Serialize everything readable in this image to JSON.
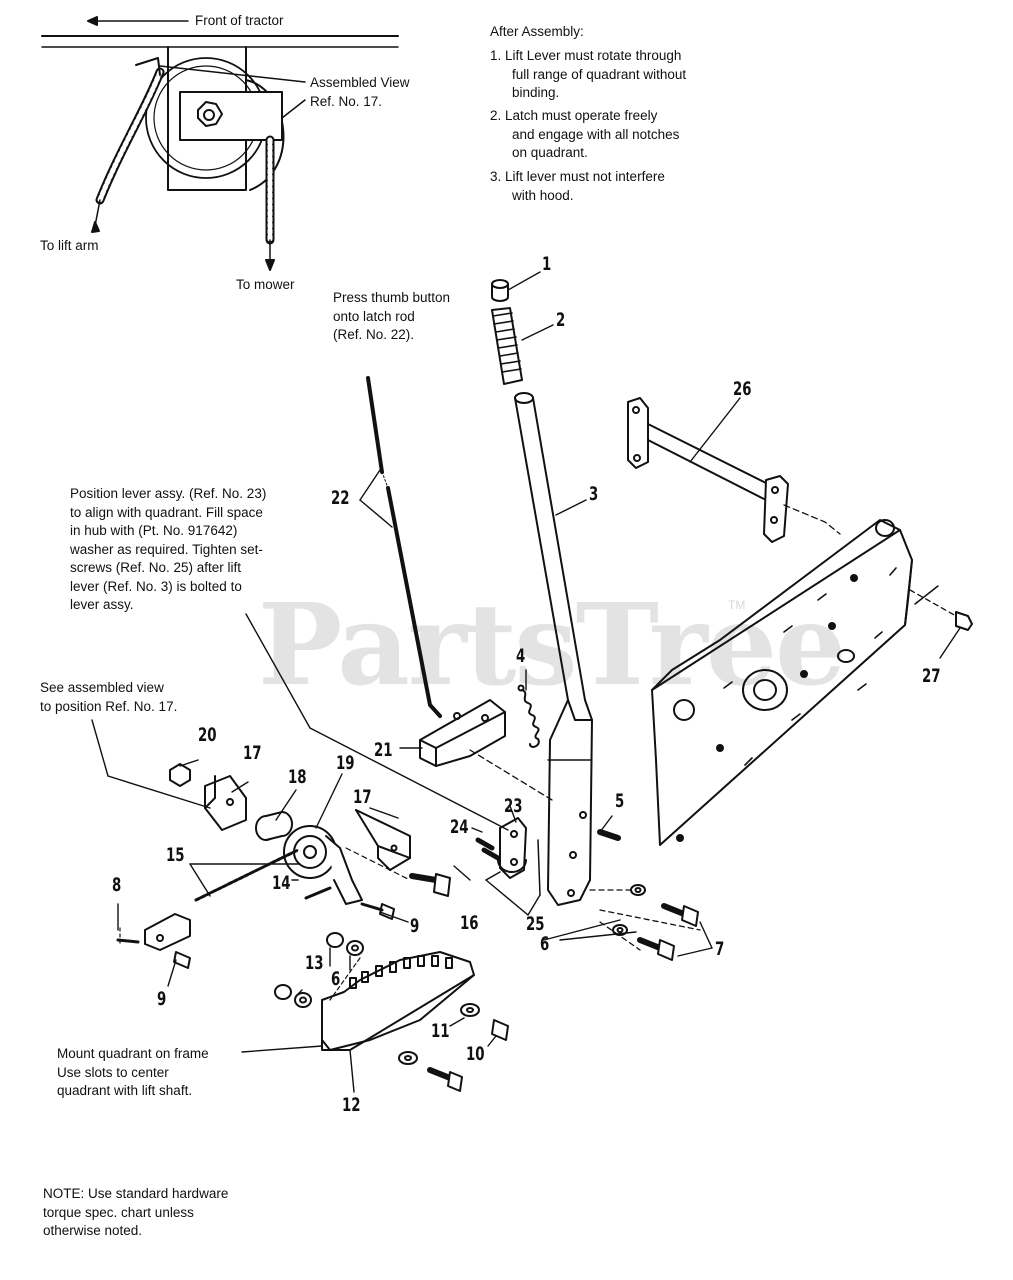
{
  "watermark": {
    "text": "PartsTree",
    "tm": "TM"
  },
  "inset": {
    "front_label": "Front of tractor",
    "assembled_view": [
      "Assembled View",
      "Ref. No. 17."
    ],
    "to_lift_arm": "To lift arm",
    "to_mower": "To mower"
  },
  "after_assembly": {
    "title": "After Assembly:",
    "items": [
      [
        "1.  Lift Lever must rotate through",
        "full range of quadrant without",
        "binding."
      ],
      [
        "2.  Latch must operate freely",
        "and engage with all notches",
        "on quadrant."
      ],
      [
        "3.  Lift lever must not interfere",
        "with hood."
      ]
    ]
  },
  "notes": {
    "thumb_button": [
      "Press thumb button",
      "onto latch rod",
      "(Ref. No. 22)."
    ],
    "position_lever": [
      "Position lever assy. (Ref. No. 23)",
      "to align with quadrant. Fill space",
      "in hub with (Pt. No. 917642)",
      "washer as required. Tighten set-",
      "screws (Ref. No. 25) after lift",
      "lever (Ref. No. 3) is bolted to",
      "lever assy."
    ],
    "see_assembled": [
      "See assembled view",
      "to position Ref. No. 17."
    ],
    "mount_quadrant": [
      "Mount quadrant on frame",
      "Use slots to center",
      "quadrant with lift shaft."
    ],
    "hardware_note": [
      "NOTE: Use standard hardware",
      "torque spec. chart unless",
      "otherwise noted."
    ]
  },
  "ref_numbers": {
    "n1": "1",
    "n2": "2",
    "n3": "3",
    "n4": "4",
    "n5": "5",
    "n6a": "6",
    "n6b": "6",
    "n7": "7",
    "n8": "8",
    "n9a": "9",
    "n9b": "9",
    "n10": "10",
    "n11": "11",
    "n12": "12",
    "n13": "13",
    "n14": "14",
    "n15": "15",
    "n16": "16",
    "n17a": "17",
    "n17b": "17",
    "n18": "18",
    "n19": "19",
    "n20": "20",
    "n21": "21",
    "n22": "22",
    "n23": "23",
    "n24": "24",
    "n25": "25",
    "n26": "26",
    "n27": "27"
  }
}
